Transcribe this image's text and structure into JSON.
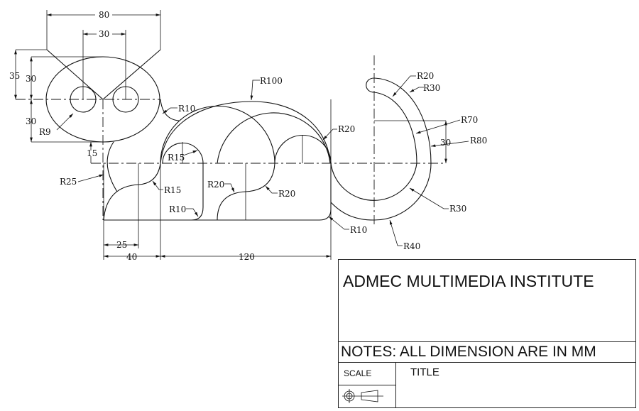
{
  "drawing": {
    "dimensions": {
      "head_width": "80",
      "eye_spacing": "30",
      "ear_height": "35",
      "head_upper": "30",
      "head_lower": "30",
      "neck_gap": "15",
      "leg_offset": "25",
      "front_width": "40",
      "body_length": "120",
      "tail_offset": "30"
    },
    "radii": {
      "eye": "R9",
      "neck": "R10",
      "back": "R100",
      "chest": "R25",
      "front_leg_top": "R15",
      "front_leg_curve": "R15",
      "leg_corner": "R10",
      "mid_left": "R20",
      "mid_right": "R20",
      "hip": "R20",
      "rear_corner": "R10",
      "tail_tip": "R20",
      "tail_tip_outer": "R30",
      "tail_inner_long": "R70",
      "tail_outer_long": "R80",
      "tail_inner_curl": "R30",
      "tail_outer_curl": "R40"
    }
  },
  "title_block": {
    "company": "ADMEC MULTIMEDIA INSTITUTE",
    "notes": "NOTES: ALL DIMENSION ARE IN MM",
    "scale_label": "SCALE",
    "title_label": "TITLE",
    "projection_symbol": "first-angle-projection-icon"
  }
}
